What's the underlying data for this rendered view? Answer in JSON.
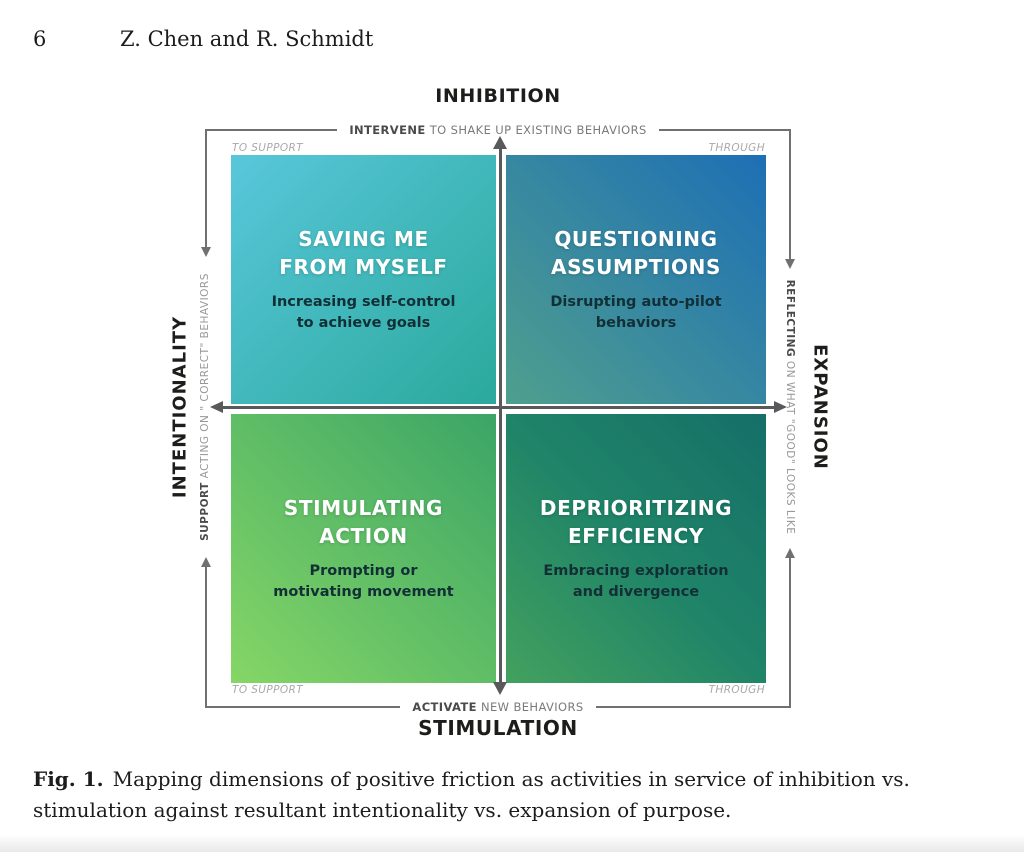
{
  "header": {
    "page_number": "6",
    "authors": "Z. Chen and R. Schmidt"
  },
  "figure": {
    "axes": {
      "top": {
        "title": "INHIBITION",
        "lead": "INTERVENE",
        "rest": " TO SHAKE UP EXISTING BEHAVIORS"
      },
      "bottom": {
        "title": "STIMULATION",
        "lead": "ACTIVATE",
        "rest": " NEW BEHAVIORS"
      },
      "left": {
        "title": "INTENTIONALITY",
        "lead": "SUPPORT",
        "rest": " ACTING ON \" CORRECT\" BEHAVIORS"
      },
      "right": {
        "title": "EXPANSION",
        "lead": "REFLECTING",
        "rest": " ON WHAT \"GOOD\" LOOKS LIKE"
      }
    },
    "corner_labels": {
      "top_left": "TO SUPPORT",
      "top_right": "THROUGH",
      "bottom_left": "TO SUPPORT",
      "bottom_right": "THROUGH"
    },
    "quadrants": [
      {
        "key": "saving-me-from-myself",
        "title_line1": "SAVING ME",
        "title_line2": "FROM MYSELF",
        "desc_line1": "Increasing self-control",
        "desc_line2": "to achieve goals",
        "gradient": {
          "angle": 135,
          "from": "#58c7db",
          "to": "#2ba99c"
        }
      },
      {
        "key": "questioning-assumptions",
        "title_line1": "QUESTIONING",
        "title_line2": "ASSUMPTIONS",
        "desc_line1": "Disrupting auto-pilot",
        "desc_line2": "behaviors",
        "gradient": {
          "angle": 45,
          "from": "#4f9f8e",
          "to": "#1d6fb5"
        }
      },
      {
        "key": "stimulating-action",
        "title_line1": "STIMULATING",
        "title_line2": "ACTION",
        "desc_line1": "Prompting or",
        "desc_line2": "motivating movement",
        "gradient": {
          "angle": 45,
          "from": "#85d666",
          "to": "#3ba566"
        }
      },
      {
        "key": "deprioritizing-efficiency",
        "title_line1": "DEPRIORITIZING",
        "title_line2": "EFFICIENCY",
        "desc_line1": "Embracing exploration",
        "desc_line2": "and divergence",
        "gradient": {
          "angle": 45,
          "from": "#43a15e",
          "mid": "#1f8468",
          "to": "#156f68"
        }
      }
    ],
    "colors": {
      "axis_line": "#58595b",
      "frame_line": "#6f7072",
      "quadrant_title_text": "#ffffff",
      "quadrant_desc_text": "#122f36"
    }
  },
  "caption": {
    "label": "Fig. 1.",
    "line1": "Mapping dimensions of positive friction as activities in service of inhibition vs.",
    "line2": "stimulation against resultant intentionality vs. expansion of purpose."
  }
}
